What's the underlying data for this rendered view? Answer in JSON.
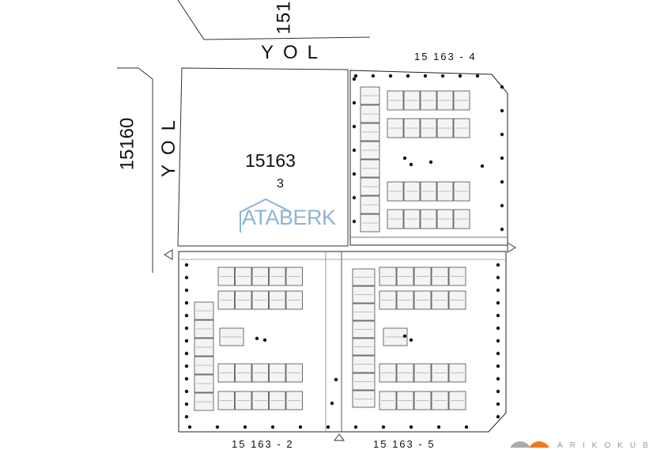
{
  "labels": {
    "parcel_top_cut": "151",
    "road_top": "YOL",
    "parcel_top_right": "15 163 - 4",
    "parcel_left": "15160",
    "road_left": "YOL",
    "parcel_center_number": "15163",
    "parcel_center_sub": "3",
    "parcel_bottom_left": "15 163 - 2",
    "parcel_bottom_right": "15 163 - 5"
  },
  "watermark": {
    "text": "ATABERK",
    "color": "#8fb3d3"
  },
  "logo_bottom_right": {
    "text": "A R I K O K U B",
    "colors": [
      "#9a9a9a",
      "#f07a1a"
    ]
  },
  "colors": {
    "line": "#222222",
    "unit_fill": "#f4f4f4",
    "tree": "#111111"
  }
}
